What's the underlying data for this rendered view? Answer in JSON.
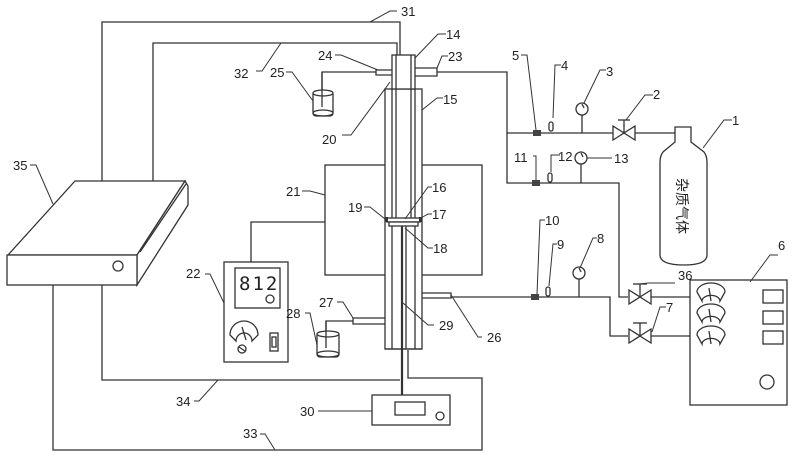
{
  "title": "Impurity gas injection test apparatus schematic",
  "colors": {
    "line": "#333333",
    "background": "#ffffff"
  },
  "cylinder_label": "杂质气体",
  "temperature_controller_display": "812",
  "labels": [
    {
      "id": "1",
      "text": "1"
    },
    {
      "id": "2",
      "text": "2"
    },
    {
      "id": "3",
      "text": "3"
    },
    {
      "id": "4",
      "text": "4"
    },
    {
      "id": "5",
      "text": "5"
    },
    {
      "id": "6",
      "text": "6"
    },
    {
      "id": "7",
      "text": "7"
    },
    {
      "id": "8",
      "text": "8"
    },
    {
      "id": "9",
      "text": "9"
    },
    {
      "id": "10",
      "text": "10"
    },
    {
      "id": "11",
      "text": "11"
    },
    {
      "id": "12",
      "text": "12"
    },
    {
      "id": "13",
      "text": "13"
    },
    {
      "id": "14",
      "text": "14"
    },
    {
      "id": "15",
      "text": "15"
    },
    {
      "id": "16",
      "text": "16"
    },
    {
      "id": "17",
      "text": "17"
    },
    {
      "id": "18",
      "text": "18"
    },
    {
      "id": "19",
      "text": "19"
    },
    {
      "id": "20",
      "text": "20"
    },
    {
      "id": "21",
      "text": "21"
    },
    {
      "id": "22",
      "text": "22"
    },
    {
      "id": "23",
      "text": "23"
    },
    {
      "id": "24",
      "text": "24"
    },
    {
      "id": "25",
      "text": "25"
    },
    {
      "id": "26",
      "text": "26"
    },
    {
      "id": "27",
      "text": "27"
    },
    {
      "id": "28",
      "text": "28"
    },
    {
      "id": "29",
      "text": "29"
    },
    {
      "id": "30",
      "text": "30"
    },
    {
      "id": "31",
      "text": "31"
    },
    {
      "id": "32",
      "text": "32"
    },
    {
      "id": "33",
      "text": "33"
    },
    {
      "id": "34",
      "text": "34"
    },
    {
      "id": "35",
      "text": "35"
    },
    {
      "id": "36",
      "text": "36"
    }
  ]
}
